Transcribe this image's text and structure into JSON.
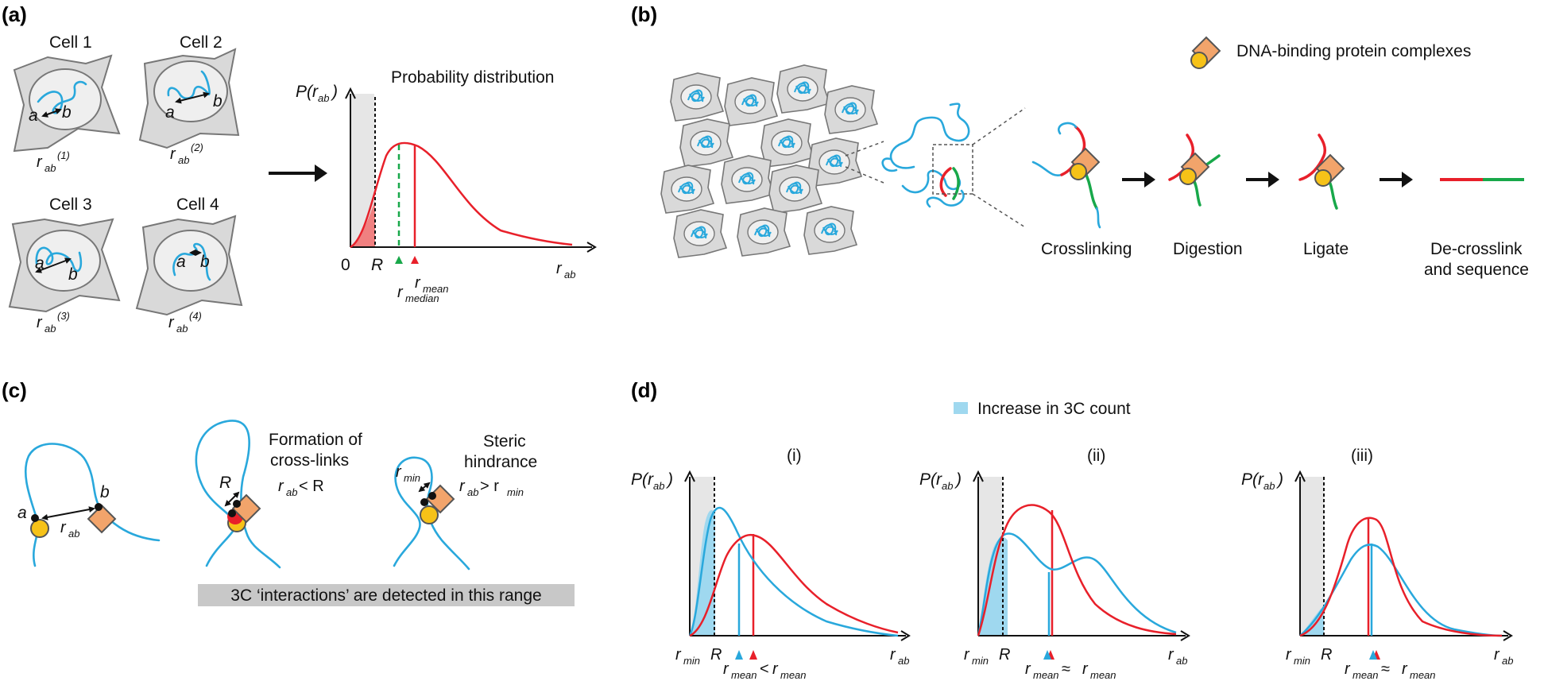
{
  "panels": {
    "a": {
      "label": "(a)",
      "cells": [
        "Cell 1",
        "Cell 2",
        "Cell 3",
        "Cell 4"
      ],
      "rab_superscripts": [
        "(1)",
        "(2)",
        "(3)",
        "(4)"
      ],
      "locus_a": "a",
      "locus_b": "b",
      "plot_title": "Probability distribution",
      "y_label": "P(r",
      "y_label_sub": "ab",
      "y_label_close": ")",
      "x_origin": "0",
      "x_R": "R",
      "x_label": "r",
      "x_label_sub": "ab",
      "median_label": "r",
      "median_sub": "median",
      "mean_label": "r",
      "mean_sub": "mean"
    },
    "b": {
      "label": "(b)",
      "legend": "DNA-binding protein complexes",
      "steps": [
        "Crosslinking",
        "Digestion",
        "Ligate",
        "De-crosslink",
        "and sequence"
      ]
    },
    "c": {
      "label": "(c)",
      "a": "a",
      "b": "b",
      "rab": "r",
      "rab_sub": "ab",
      "R": "R",
      "rmin": "r",
      "rmin_sub": "min",
      "formation_title_1": "Formation of",
      "formation_title_2": "cross-links",
      "formation_cond": "r",
      "formation_cond_sub": "ab",
      "formation_cond_rel": "< R",
      "steric_title_1": "Steric",
      "steric_title_2": "hindrance",
      "steric_cond": "r",
      "steric_cond_sub": "ab",
      "steric_cond_rel": "> r",
      "steric_cond_rel_sub": "min",
      "banner": "3C ‘interactions’ are detected in this range"
    },
    "d": {
      "label": "(d)",
      "legend": "Increase in 3C count",
      "subplots": [
        {
          "title": "(i)",
          "relation": "<"
        },
        {
          "title": "(ii)",
          "relation": "≈"
        },
        {
          "title": "(iii)",
          "relation": "≈"
        }
      ],
      "y_label": "P(r",
      "y_label_sub": "ab",
      "y_label_close": ")",
      "x_rmin": "r",
      "x_rmin_sub": "min",
      "x_R": "R",
      "x_label": "r",
      "x_label_sub": "ab",
      "mean": "r",
      "mean_sub": "mean"
    }
  },
  "colors": {
    "red": "#e8202a",
    "blue": "#29a8dc",
    "green": "#18a84a",
    "protein_square": "#f2a46b",
    "protein_circle": "#f6c218",
    "shade_light_blue": "#9fd8ef",
    "shade_red": "#f08080",
    "shade_gray": "#e6e6e6",
    "banner_gray": "#c8c8c8"
  }
}
